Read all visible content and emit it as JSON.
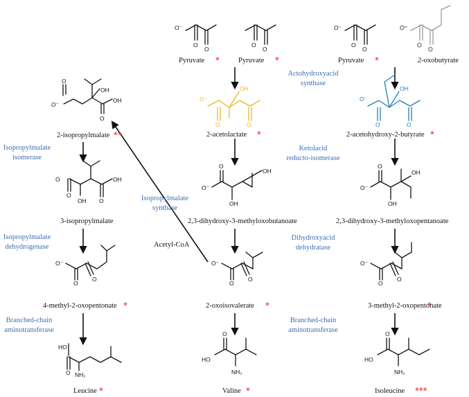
{
  "colors": {
    "enzyme": "#3a6db4",
    "star": "#e8332b",
    "acetolactate": "#f2b51e",
    "acetohydroxybutyrate": "#1f7fb5",
    "oxobutyrate": "#9a9a9a",
    "black": "#111111"
  },
  "atoms": {
    "o_minus": "O⁻",
    "oh": "OH",
    "o": "O",
    "ho": "HO",
    "nh2": "NH₂"
  },
  "compounds": {
    "pyruvate_1": "Pyruvate",
    "pyruvate_2": "Pyruvate",
    "pyruvate_3": "Pyruvate",
    "oxobutyrate": "2-oxobutyrate",
    "isopropylmalate_2": "2-isopropylmalate",
    "acetolactate": "2-acetolactate",
    "acetohydroxybutyrate": "2-acetohydroxy-2-butyrate",
    "isopropylmalate_3": "3-isopropylmalate",
    "dihydroxy_butanoate": "2,3-dihydroxy-3-methyloxobutanoate",
    "dihydroxy_pentanoate": "2,3-dihydroxy-3-methyloxopentanoate",
    "methyl_oxopentonate_4": "4-methyl-2-oxopentonate",
    "oxoisovalerate": "2-oxoisovalerate",
    "methyl_oxopentonate_3": "3-methyl-2-oxopentonate",
    "leucine": "Leucine",
    "valine": "Valine",
    "isoleucine": "Isoleucine",
    "acetyl_coa": "Acetyl-CoA"
  },
  "stars": {
    "pyruvate_1": "*",
    "pyruvate_2": "*",
    "pyruvate_3": "*",
    "isopropylmalate_2": "**",
    "acetolactate": "*",
    "acetohydroxybutyrate": "*",
    "methyl_oxopentonate_4": "*",
    "oxoisovalerate": "*",
    "methyl_oxopentonate_3": "*",
    "leucine": "*",
    "valine": "*",
    "isoleucine": "***"
  },
  "enzymes": {
    "actohydroxyacid_synthase": [
      "Actohydroxyacid",
      "synthase"
    ],
    "ketolacid_reductoisomerase": [
      "Ketolacid",
      "reducto-isomerase"
    ],
    "dihydroxyacid_dehydratase": [
      "Dihydroxyacid",
      "dehydratase"
    ],
    "branched_chain_mid": [
      "Branched-chain",
      "aminotransferase"
    ],
    "isopropylmalate_isomerase": [
      "Isopropylmalate",
      "isomerase"
    ],
    "isopropylmalate_synthase": [
      "Isopropylmalate",
      "synthase"
    ],
    "isopropylmalate_dehydrogenase": [
      "Isopropylmalate",
      "dehydrogenase"
    ],
    "branched_chain_left": [
      "Branched-chain",
      "aminotransferase"
    ]
  }
}
